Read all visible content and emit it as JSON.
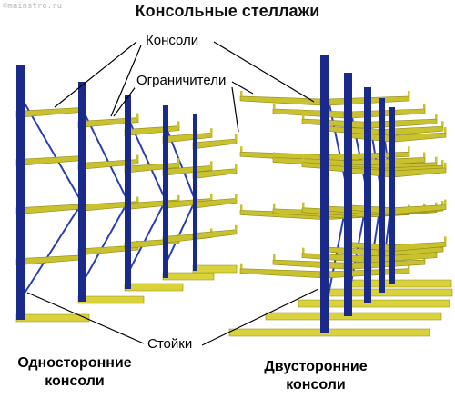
{
  "watermark": "©mainstro.ru",
  "title": "Консольные стеллажи",
  "labels": {
    "consoles": "Консоли",
    "limiters": "Ограничители",
    "posts": "Стойки",
    "single_sided": "Односторонние консоли",
    "double_sided": "Двусторонние консоли"
  },
  "colors": {
    "post": "#1a2a8a",
    "brace": "#2a3fb0",
    "arm": "#c9c22e",
    "arm_shadow": "#8f8a1a",
    "base": "#d9d23a",
    "leader": "#000000"
  }
}
